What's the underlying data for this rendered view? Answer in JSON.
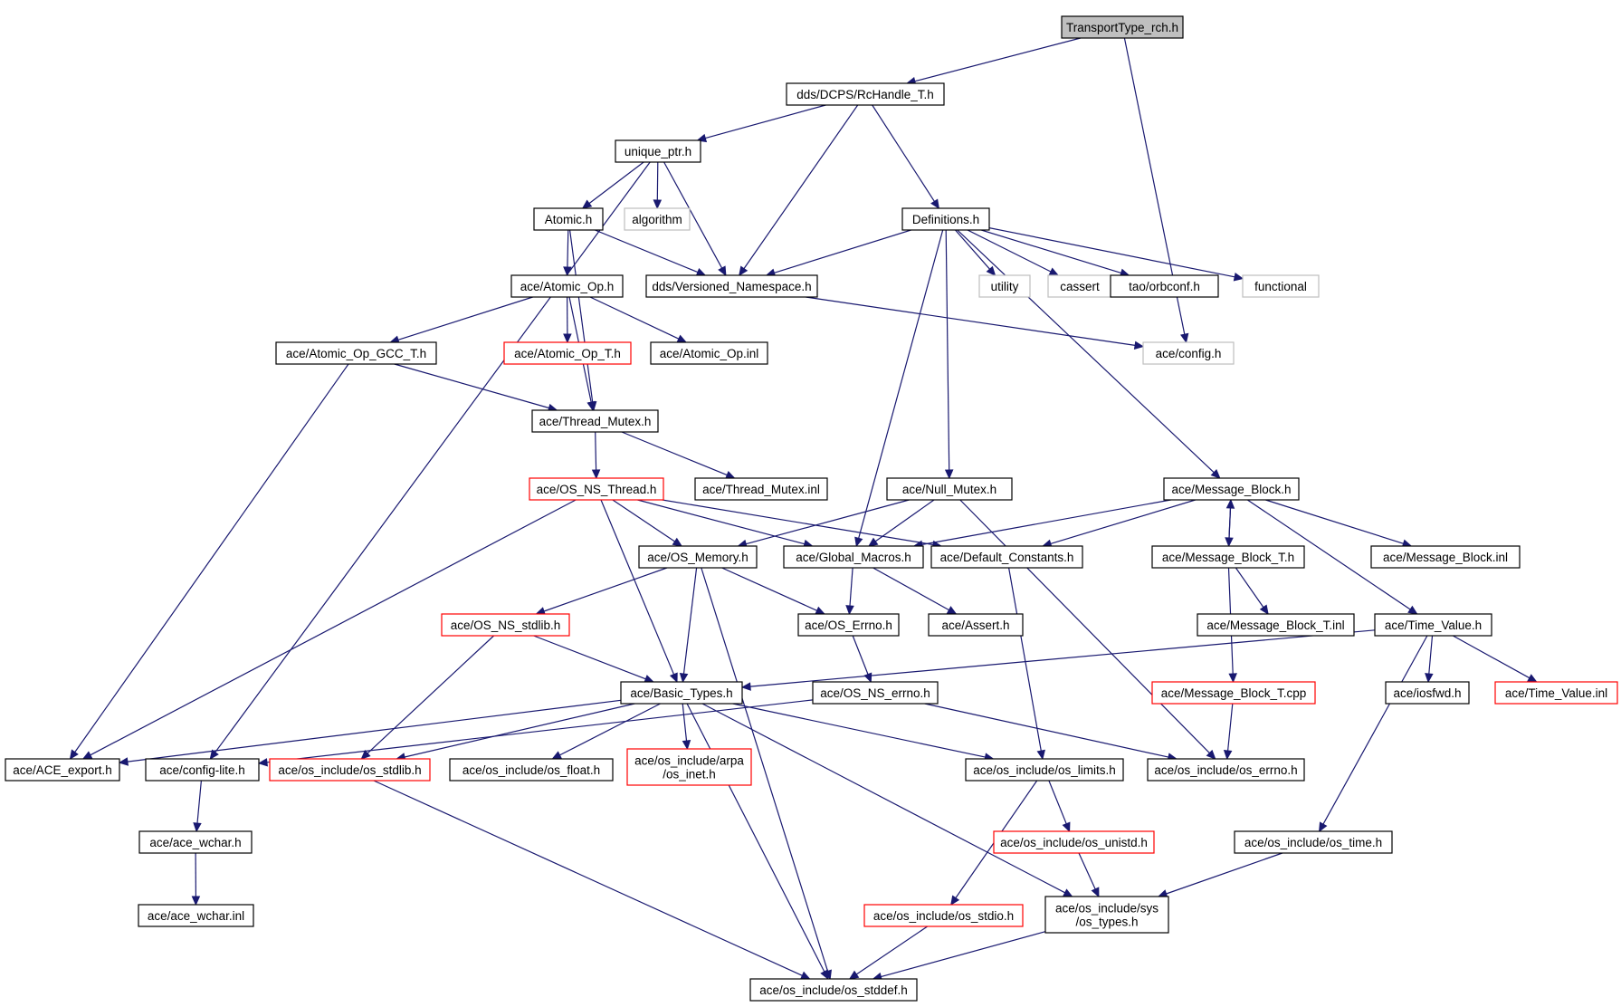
{
  "colors": {
    "edge": "#191970",
    "border_normal": "#000000",
    "border_truncated": "#ff0000",
    "border_external": "#bfbfbf",
    "fill_root": "#bfbfbf",
    "fill_default": "#ffffff"
  },
  "nodes": [
    {
      "id": "root",
      "label": "TransportType_rch.h",
      "kind": "root"
    },
    {
      "id": "rchandle",
      "label": "dds/DCPS/RcHandle_T.h",
      "kind": "normal"
    },
    {
      "id": "unique_ptr",
      "label": "unique_ptr.h",
      "kind": "normal"
    },
    {
      "id": "atomic",
      "label": "Atomic.h",
      "kind": "normal"
    },
    {
      "id": "algorithm",
      "label": "algorithm",
      "kind": "external"
    },
    {
      "id": "definitions",
      "label": "Definitions.h",
      "kind": "normal"
    },
    {
      "id": "versioned",
      "label": "dds/Versioned_Namespace.h",
      "kind": "normal"
    },
    {
      "id": "atomic_op",
      "label": "ace/Atomic_Op.h",
      "kind": "normal"
    },
    {
      "id": "utility",
      "label": "utility",
      "kind": "external"
    },
    {
      "id": "cassert",
      "label": "cassert",
      "kind": "external"
    },
    {
      "id": "orbconf",
      "label": "tao/orbconf.h",
      "kind": "normal"
    },
    {
      "id": "functional",
      "label": "functional",
      "kind": "external"
    },
    {
      "id": "config",
      "label": "ace/config.h",
      "kind": "external"
    },
    {
      "id": "atomic_gcc",
      "label": "ace/Atomic_Op_GCC_T.h",
      "kind": "normal"
    },
    {
      "id": "atomic_op_t",
      "label": "ace/Atomic_Op_T.h",
      "kind": "truncated"
    },
    {
      "id": "atomic_op_inl",
      "label": "ace/Atomic_Op.inl",
      "kind": "normal"
    },
    {
      "id": "thread_mutex",
      "label": "ace/Thread_Mutex.h",
      "kind": "normal"
    },
    {
      "id": "os_ns_thread",
      "label": "ace/OS_NS_Thread.h",
      "kind": "truncated"
    },
    {
      "id": "thread_mutex_inl",
      "label": "ace/Thread_Mutex.inl",
      "kind": "normal"
    },
    {
      "id": "null_mutex",
      "label": "ace/Null_Mutex.h",
      "kind": "normal"
    },
    {
      "id": "message_block",
      "label": "ace/Message_Block.h",
      "kind": "normal"
    },
    {
      "id": "os_memory",
      "label": "ace/OS_Memory.h",
      "kind": "normal"
    },
    {
      "id": "global_macros",
      "label": "ace/Global_Macros.h",
      "kind": "normal"
    },
    {
      "id": "default_constants",
      "label": "ace/Default_Constants.h",
      "kind": "normal"
    },
    {
      "id": "message_block_t",
      "label": "ace/Message_Block_T.h",
      "kind": "normal"
    },
    {
      "id": "message_block_inl",
      "label": "ace/Message_Block.inl",
      "kind": "normal"
    },
    {
      "id": "os_ns_stdlib",
      "label": "ace/OS_NS_stdlib.h",
      "kind": "truncated"
    },
    {
      "id": "os_errno",
      "label": "ace/OS_Errno.h",
      "kind": "normal"
    },
    {
      "id": "assert",
      "label": "ace/Assert.h",
      "kind": "normal"
    },
    {
      "id": "message_block_t_inl",
      "label": "ace/Message_Block_T.inl",
      "kind": "normal"
    },
    {
      "id": "time_value",
      "label": "ace/Time_Value.h",
      "kind": "normal"
    },
    {
      "id": "basic_types",
      "label": "ace/Basic_Types.h",
      "kind": "normal"
    },
    {
      "id": "os_ns_errno",
      "label": "ace/OS_NS_errno.h",
      "kind": "normal"
    },
    {
      "id": "message_block_t_cpp",
      "label": "ace/Message_Block_T.cpp",
      "kind": "truncated"
    },
    {
      "id": "iosfwd",
      "label": "ace/iosfwd.h",
      "kind": "normal"
    },
    {
      "id": "time_value_inl",
      "label": "ace/Time_Value.inl",
      "kind": "truncated"
    },
    {
      "id": "ace_export",
      "label": "ace/ACE_export.h",
      "kind": "normal"
    },
    {
      "id": "config_lite",
      "label": "ace/config-lite.h",
      "kind": "normal"
    },
    {
      "id": "os_stdlib",
      "label": "ace/os_include/os_stdlib.h",
      "kind": "truncated"
    },
    {
      "id": "os_float",
      "label": "ace/os_include/os_float.h",
      "kind": "normal"
    },
    {
      "id": "arpa_inet",
      "label": "ace/os_include/arpa\n/os_inet.h",
      "kind": "truncated"
    },
    {
      "id": "os_limits",
      "label": "ace/os_include/os_limits.h",
      "kind": "normal"
    },
    {
      "id": "os_errno_h",
      "label": "ace/os_include/os_errno.h",
      "kind": "normal"
    },
    {
      "id": "ace_wchar",
      "label": "ace/ace_wchar.h",
      "kind": "normal"
    },
    {
      "id": "os_unistd",
      "label": "ace/os_include/os_unistd.h",
      "kind": "truncated"
    },
    {
      "id": "os_time",
      "label": "ace/os_include/os_time.h",
      "kind": "normal"
    },
    {
      "id": "ace_wchar_inl",
      "label": "ace/ace_wchar.inl",
      "kind": "normal"
    },
    {
      "id": "os_stdio",
      "label": "ace/os_include/os_stdio.h",
      "kind": "truncated"
    },
    {
      "id": "sys_types",
      "label": "ace/os_include/sys\n/os_types.h",
      "kind": "normal"
    },
    {
      "id": "os_stddef",
      "label": "ace/os_include/os_stddef.h",
      "kind": "normal"
    }
  ],
  "edges": [
    [
      "root",
      "rchandle"
    ],
    [
      "root",
      "config"
    ],
    [
      "rchandle",
      "unique_ptr"
    ],
    [
      "rchandle",
      "versioned"
    ],
    [
      "rchandle",
      "definitions"
    ],
    [
      "unique_ptr",
      "atomic"
    ],
    [
      "unique_ptr",
      "algorithm"
    ],
    [
      "unique_ptr",
      "versioned"
    ],
    [
      "unique_ptr",
      "config_lite"
    ],
    [
      "atomic",
      "atomic_op"
    ],
    [
      "atomic",
      "versioned"
    ],
    [
      "atomic",
      "thread_mutex"
    ],
    [
      "definitions",
      "versioned"
    ],
    [
      "definitions",
      "utility"
    ],
    [
      "definitions",
      "cassert"
    ],
    [
      "definitions",
      "orbconf"
    ],
    [
      "definitions",
      "functional"
    ],
    [
      "definitions",
      "global_macros"
    ],
    [
      "definitions",
      "null_mutex"
    ],
    [
      "definitions",
      "message_block"
    ],
    [
      "versioned",
      "config"
    ],
    [
      "atomic_op",
      "atomic_gcc"
    ],
    [
      "atomic_op",
      "atomic_op_t"
    ],
    [
      "atomic_op",
      "atomic_op_inl"
    ],
    [
      "atomic_op",
      "thread_mutex"
    ],
    [
      "atomic_gcc",
      "thread_mutex"
    ],
    [
      "atomic_gcc",
      "ace_export"
    ],
    [
      "thread_mutex",
      "os_ns_thread"
    ],
    [
      "thread_mutex",
      "thread_mutex_inl"
    ],
    [
      "os_ns_thread",
      "os_memory"
    ],
    [
      "os_ns_thread",
      "global_macros"
    ],
    [
      "os_ns_thread",
      "default_constants"
    ],
    [
      "os_ns_thread",
      "basic_types"
    ],
    [
      "os_ns_thread",
      "ace_export"
    ],
    [
      "null_mutex",
      "os_memory"
    ],
    [
      "null_mutex",
      "global_macros"
    ],
    [
      "null_mutex",
      "os_errno_h"
    ],
    [
      "message_block",
      "global_macros"
    ],
    [
      "message_block",
      "default_constants"
    ],
    [
      "message_block",
      "message_block_t"
    ],
    [
      "message_block",
      "message_block_inl"
    ],
    [
      "message_block",
      "time_value"
    ],
    [
      "message_block_t",
      "message_block"
    ],
    [
      "message_block_t",
      "message_block_t_inl"
    ],
    [
      "message_block_t",
      "message_block_t_cpp"
    ],
    [
      "os_memory",
      "os_ns_stdlib"
    ],
    [
      "os_memory",
      "os_errno"
    ],
    [
      "os_memory",
      "basic_types"
    ],
    [
      "os_memory",
      "os_stddef"
    ],
    [
      "global_macros",
      "os_errno"
    ],
    [
      "global_macros",
      "assert"
    ],
    [
      "default_constants",
      "os_limits"
    ],
    [
      "os_ns_stdlib",
      "basic_types"
    ],
    [
      "os_ns_stdlib",
      "os_stdlib"
    ],
    [
      "os_errno",
      "os_ns_errno"
    ],
    [
      "os_ns_errno",
      "config_lite"
    ],
    [
      "os_ns_errno",
      "os_errno_h"
    ],
    [
      "time_value",
      "basic_types"
    ],
    [
      "time_value",
      "iosfwd"
    ],
    [
      "time_value",
      "time_value_inl"
    ],
    [
      "time_value",
      "os_time"
    ],
    [
      "message_block_t_cpp",
      "os_errno_h"
    ],
    [
      "basic_types",
      "ace_export"
    ],
    [
      "basic_types",
      "os_stdlib"
    ],
    [
      "basic_types",
      "os_float"
    ],
    [
      "basic_types",
      "arpa_inet"
    ],
    [
      "basic_types",
      "os_limits"
    ],
    [
      "basic_types",
      "sys_types"
    ],
    [
      "basic_types",
      "os_stddef"
    ],
    [
      "config_lite",
      "ace_wchar"
    ],
    [
      "ace_wchar",
      "ace_wchar_inl"
    ],
    [
      "os_stdlib",
      "os_stddef"
    ],
    [
      "os_limits",
      "os_unistd"
    ],
    [
      "os_limits",
      "os_stdio"
    ],
    [
      "os_unistd",
      "sys_types"
    ],
    [
      "os_time",
      "sys_types"
    ],
    [
      "os_stdio",
      "os_stddef"
    ],
    [
      "sys_types",
      "os_stddef"
    ]
  ]
}
